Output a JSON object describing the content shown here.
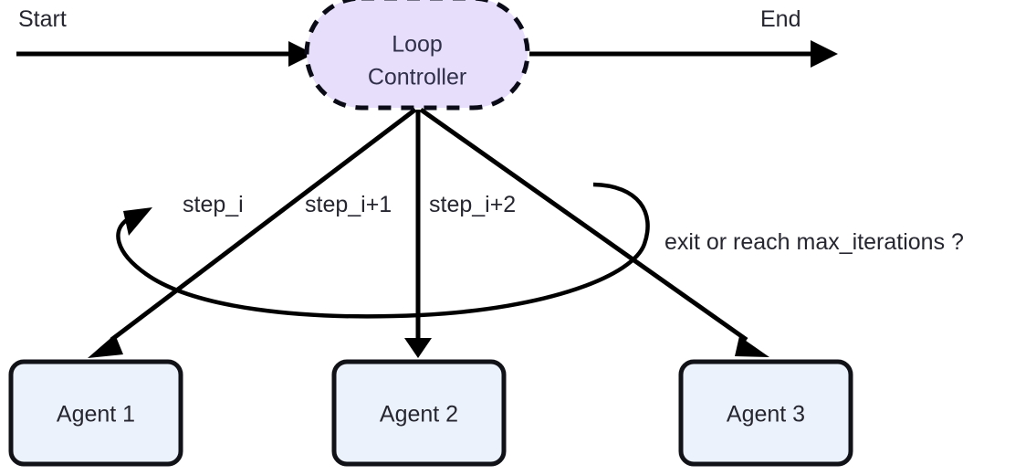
{
  "diagram": {
    "type": "flowchart",
    "title": "Loop Controller agent orchestration flow",
    "colors": {
      "background": "#ffffff",
      "controller_fill": "#E6DEFB",
      "controller_stroke": "#0b0b18",
      "agent_fill": "#ECF2FB",
      "agent_stroke": "#111118",
      "edge_stroke": "#000000",
      "text": "#262630"
    },
    "endpoints": {
      "start_label": "Start",
      "end_label": "End"
    },
    "controller": {
      "line1": "Loop",
      "line2": "Controller",
      "shape": "stadium-dashed"
    },
    "edge_labels": {
      "step_0": "step_i",
      "step_1": "step_i+1",
      "step_2": "step_i+2",
      "feedback": "exit or reach max_iterations ?"
    },
    "agents": [
      {
        "label": "Agent 1"
      },
      {
        "label": "Agent 2"
      },
      {
        "label": "Agent 3"
      }
    ]
  }
}
